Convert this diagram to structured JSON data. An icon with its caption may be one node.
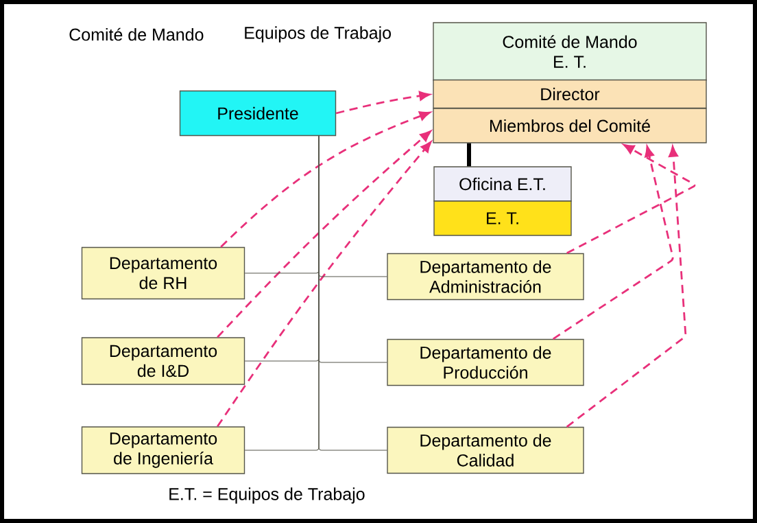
{
  "diagram": {
    "nodes": [
      {
        "text": [
          "Comité de Mando E. T."
        ]
      },
      {
        "text": [
          "Director"
        ]
      },
      {
        "text": [
          "Miembros del Comité"
        ]
      },
      {
        "text": [
          "Presidente"
        ]
      },
      {
        "text": [
          "Oficina E.T."
        ]
      },
      {
        "text": [
          "E. T."
        ]
      },
      {
        "text": [
          "Departamento de RH"
        ]
      },
      {
        "text": [
          "Departamento de Administración"
        ]
      },
      {
        "text": [
          "Departamento de I&D"
        ]
      },
      {
        "text": [
          "Departamento de Producción"
        ]
      },
      {
        "text": [
          "Departamento de Ingeniería"
        ]
      },
      {
        "text": [
          "Departamento de Calidad"
        ]
      }
    ],
    "edges": [
      {
        "from": 3,
        "to": 1,
        "arrow": "to",
        "style": "dashed",
        "color": "#e8307a"
      },
      {
        "from": 6,
        "to": 2,
        "arrow": "to",
        "style": "dashed",
        "color": "#e8307a"
      },
      {
        "from": 8,
        "to": 2,
        "arrow": "to",
        "style": "dashed",
        "color": "#e8307a"
      },
      {
        "from": 10,
        "to": 2,
        "arrow": "to",
        "style": "dashed",
        "color": "#e8307a"
      },
      {
        "from": 7,
        "to": 2,
        "arrow": "to",
        "style": "dashed",
        "color": "#e8307a"
      },
      {
        "from": 9,
        "to": 2,
        "arrow": "to",
        "style": "dashed",
        "color": "#e8307a"
      },
      {
        "from": 11,
        "to": 2,
        "arrow": "to",
        "style": "dashed",
        "color": "#e8307a"
      },
      {
        "from": 2,
        "to": 4,
        "arrow": "none",
        "style": "thick",
        "color": "#000000"
      },
      {
        "from": 3,
        "to": 6,
        "arrow": "none",
        "color": "#55554a"
      },
      {
        "from": 3,
        "to": 7,
        "arrow": "none",
        "color": "#55554a"
      },
      {
        "from": 3,
        "to": 8,
        "arrow": "none",
        "color": "#55554a"
      },
      {
        "from": 3,
        "to": 9,
        "arrow": "none",
        "color": "#55554a"
      },
      {
        "from": 3,
        "to": 10,
        "arrow": "none",
        "color": "#55554a"
      },
      {
        "from": 3,
        "to": 11,
        "arrow": "none",
        "color": "#55554a"
      }
    ],
    "labels": [
      "Comité de Mando",
      "Equipos de Trabajo",
      "E.T. = Equipos de Trabajo"
    ]
  }
}
